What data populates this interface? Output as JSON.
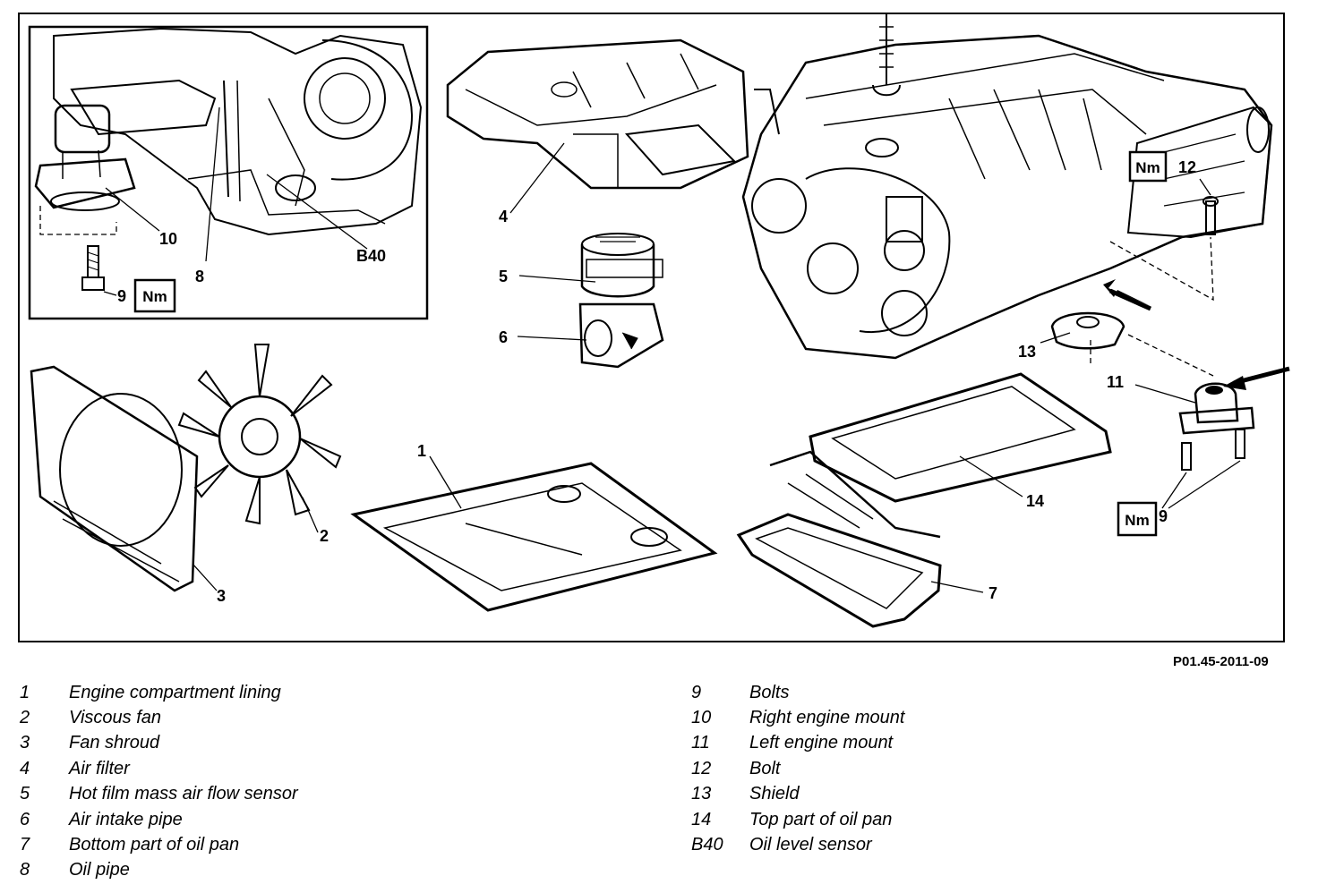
{
  "figure_ref": "P01.45-2011-09",
  "callouts": {
    "c1": "1",
    "c2": "2",
    "c3": "3",
    "c4": "4",
    "c5": "5",
    "c6": "6",
    "c7": "7",
    "c8": "8",
    "c9a": "9",
    "c9b": "9",
    "c10": "10",
    "c11": "11",
    "c12": "12",
    "c13": "13",
    "c14": "14",
    "b40": "B40"
  },
  "torque_badge": "Nm",
  "legend": {
    "left": [
      {
        "num": "1",
        "label": "Engine compartment lining"
      },
      {
        "num": "2",
        "label": "Viscous fan"
      },
      {
        "num": "3",
        "label": "Fan shroud"
      },
      {
        "num": "4",
        "label": "Air filter"
      },
      {
        "num": "5",
        "label": "Hot film mass air flow sensor"
      },
      {
        "num": "6",
        "label": "Air intake pipe"
      },
      {
        "num": "7",
        "label": "Bottom part of oil pan"
      },
      {
        "num": "8",
        "label": "Oil pipe"
      }
    ],
    "right": [
      {
        "num": "9",
        "label": "Bolts"
      },
      {
        "num": "10",
        "label": "Right engine mount"
      },
      {
        "num": "11",
        "label": "Left engine mount"
      },
      {
        "num": "12",
        "label": "Bolt"
      },
      {
        "num": "13",
        "label": "Shield"
      },
      {
        "num": "14",
        "label": "Top part of oil pan"
      },
      {
        "num": "B40",
        "label": "Oil level sensor"
      }
    ]
  }
}
